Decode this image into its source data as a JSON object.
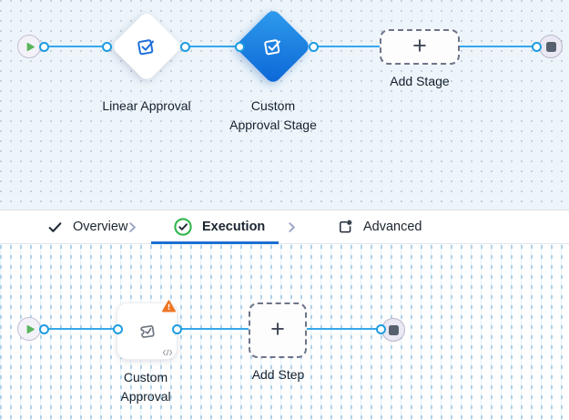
{
  "stage_canvas": {
    "linear_approval": {
      "label": "Linear Approval"
    },
    "custom_approval_stage": {
      "label_lines": [
        "Custom",
        "Approval Stage"
      ]
    },
    "add_stage": {
      "label": "Add Stage",
      "plus": "+"
    }
  },
  "tab_bar": {
    "tabs": [
      {
        "label": "Overview",
        "icon": "check-icon",
        "active": false
      },
      {
        "label": "Execution",
        "icon": "check-circle-icon",
        "active": true
      },
      {
        "label": "Advanced",
        "icon": "advanced-settings-icon",
        "active": false
      }
    ]
  },
  "step_canvas": {
    "custom_approval": {
      "label_lines": [
        "Custom",
        "Approval"
      ],
      "has_warning": true
    },
    "add_step": {
      "label": "Add Step",
      "plus": "+"
    }
  },
  "colors": {
    "edge_blue": "#35a7e9",
    "connector_blue": "#1d9ce2",
    "selected_gradient": [
      "#2f9ced",
      "#0c66d6"
    ],
    "active_tab_blue": "#1a6fd3",
    "success_green": "#2fb54c",
    "warning_orange": "#ee7625",
    "play_green": "#5bb55e",
    "stage_canvas_bg": "#edf5fb",
    "end_square_slate": "#57606f"
  }
}
